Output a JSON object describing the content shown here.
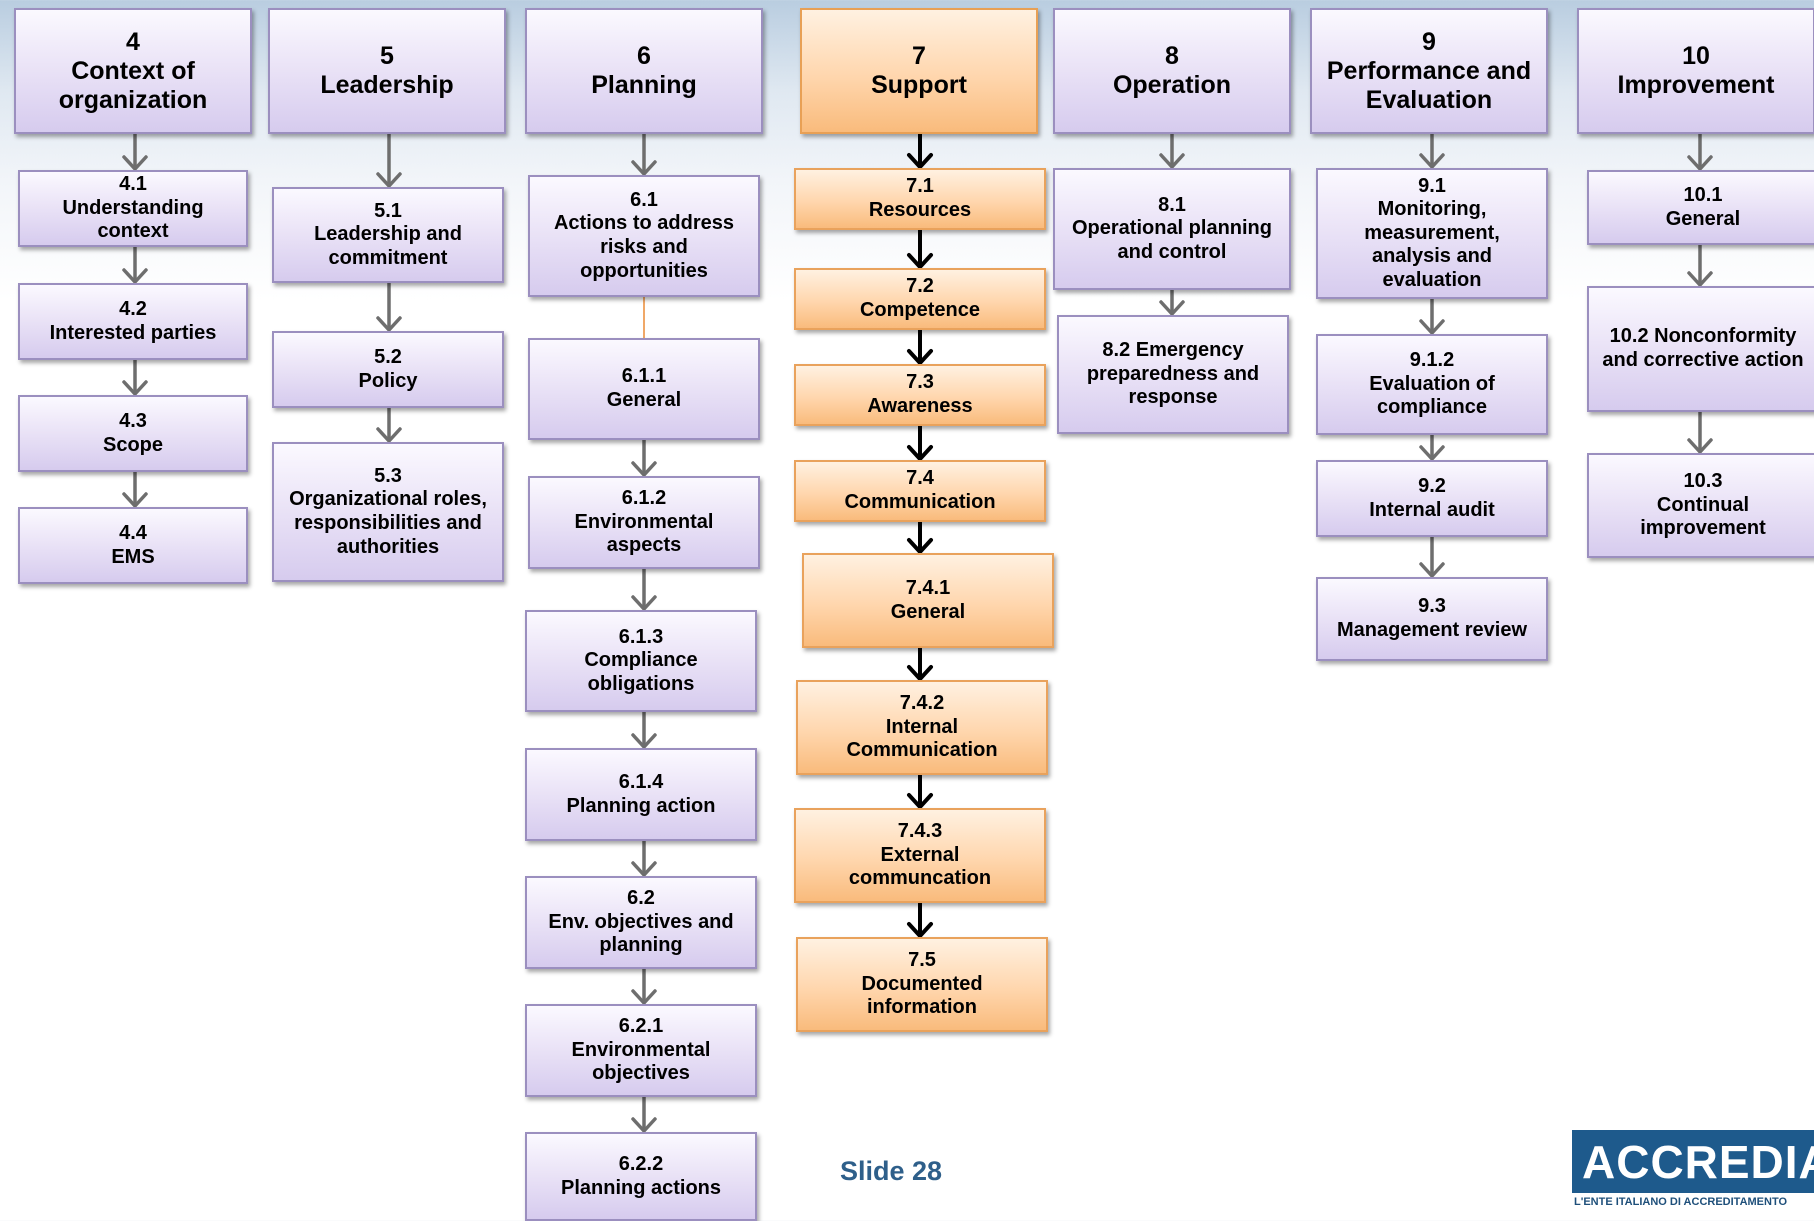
{
  "diagram": {
    "columns": [
      {
        "header": [
          "4",
          "Context of",
          "organization"
        ],
        "items": [
          [
            "4.1",
            "Understanding",
            "context"
          ],
          [
            "4.2",
            "Interested parties"
          ],
          [
            "4.3",
            "Scope"
          ],
          [
            "4.4",
            "EMS"
          ]
        ]
      },
      {
        "header": [
          "5",
          "Leadership"
        ],
        "items": [
          [
            "5.1",
            "Leadership and",
            "commitment"
          ],
          [
            "5.2",
            "Policy"
          ],
          [
            "5.3",
            "Organizational roles,",
            "responsibilities and",
            "authorities"
          ]
        ]
      },
      {
        "header": [
          "6",
          "Planning"
        ],
        "items": [
          [
            "6.1",
            "Actions to address",
            "risks and",
            "opportunities"
          ],
          [
            "6.1.1",
            "General"
          ],
          [
            "6.1.2",
            "Environmental",
            "aspects"
          ],
          [
            "6.1.3",
            "Compliance",
            "obligations"
          ],
          [
            "6.1.4",
            "Planning action"
          ],
          [
            "6.2",
            "Env. objectives and",
            "planning"
          ],
          [
            "6.2.1",
            "Environmental",
            "objectives"
          ],
          [
            "6.2.2",
            "Planning actions"
          ]
        ]
      },
      {
        "header": [
          "7",
          "Support"
        ],
        "highlighted": true,
        "items": [
          [
            "7.1",
            "Resources"
          ],
          [
            "7.2",
            "Competence"
          ],
          [
            "7.3",
            "Awareness"
          ],
          [
            "7.4",
            "Communication"
          ],
          [
            "7.4.1",
            "General"
          ],
          [
            "7.4.2",
            "Internal",
            "Communication"
          ],
          [
            "7.4.3",
            "External",
            "communcation"
          ],
          [
            "7.5",
            "Documented",
            "information"
          ]
        ]
      },
      {
        "header": [
          "8",
          "Operation"
        ],
        "items": [
          [
            "8.1",
            "Operational planning",
            "and control"
          ],
          [
            "8.2 Emergency",
            "preparedness and",
            "response"
          ]
        ]
      },
      {
        "header": [
          "9",
          "Performance and",
          "Evaluation"
        ],
        "items": [
          [
            "9.1",
            "Monitoring,",
            "measurement,",
            "analysis and",
            "evaluation"
          ],
          [
            "9.1.2",
            "Evaluation of",
            "compliance"
          ],
          [
            "9.2",
            "Internal audit"
          ],
          [
            "9.3",
            "Management review"
          ]
        ]
      },
      {
        "header": [
          "10",
          "Improvement"
        ],
        "items": [
          [
            "10.1",
            "General"
          ],
          [
            "10.2 Nonconformity",
            "and corrective action"
          ],
          [
            "10.3",
            "Continual",
            "improvement"
          ]
        ]
      }
    ]
  },
  "footer": {
    "slide_label": "Slide 28",
    "logo_text": "ACCREDIA",
    "logo_subtitle": "L'ENTE ITALIANO DI ACCREDITAMENTO"
  },
  "colors": {
    "box_border": "#9b8fbf",
    "highlight_border": "#e9a25c",
    "arrow_gray": "#6e6e6e",
    "arrow_black": "#000000",
    "slide_label": "#2e5f8a",
    "logo_bg": "#1e5a8c"
  }
}
